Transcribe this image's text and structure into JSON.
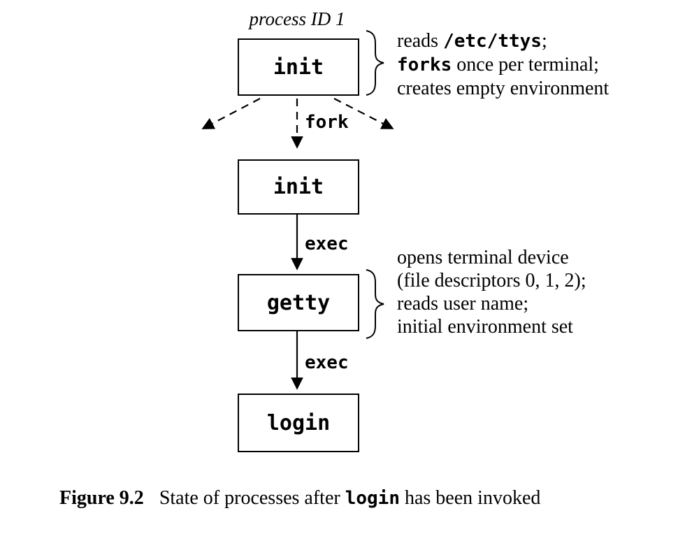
{
  "diagram": {
    "process_id_label": "process ID 1",
    "boxes": [
      {
        "id": "init-1",
        "label": "init"
      },
      {
        "id": "init-2",
        "label": "init"
      },
      {
        "id": "getty",
        "label": "getty"
      },
      {
        "id": "login",
        "label": "login"
      }
    ],
    "edge_labels": {
      "fork": "fork",
      "exec1": "exec",
      "exec2": "exec"
    },
    "annotation_init": {
      "line1_pre": "reads ",
      "line1_code": "/etc/ttys",
      "line1_post": ";",
      "line2_code": "forks",
      "line2_post": " once per terminal;",
      "line3": "creates empty environment"
    },
    "annotation_getty": {
      "line1": "opens terminal device",
      "line2": "(file descriptors 0, 1, 2);",
      "line3": "reads user name;",
      "line4": "initial environment set"
    }
  },
  "caption": {
    "figure_label": "Figure 9.2",
    "text_pre": "State of processes after ",
    "text_code": "login",
    "text_post": " has been invoked"
  }
}
